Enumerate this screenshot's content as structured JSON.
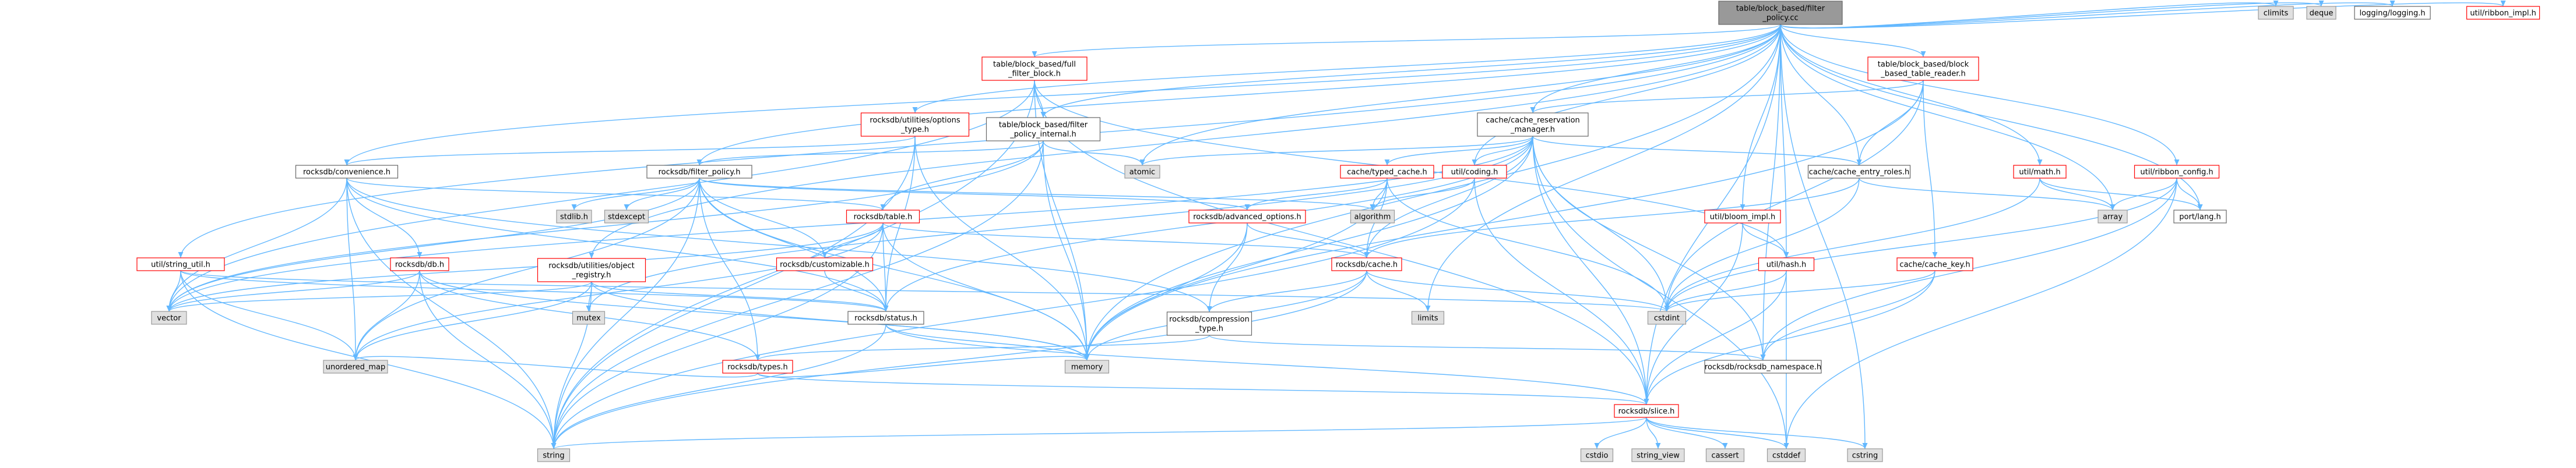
{
  "colors": {
    "root_fill": "#999999",
    "red_border": "#ff0000",
    "black_border": "#666666",
    "gray_fill": "#e0e0e0",
    "gray_border": "#999999",
    "edge": "#63b8ff",
    "text": "#000000"
  },
  "nodes": [
    {
      "id": "root",
      "lines": [
        "table/block_based/filter",
        "_policy.cc"
      ],
      "kind": "root"
    },
    {
      "id": "full_filter",
      "lines": [
        "table/block_based/full",
        "_filter_block.h"
      ],
      "kind": "red"
    },
    {
      "id": "fp_internal",
      "lines": [
        "table/block_based/filter",
        "_policy_internal.h"
      ],
      "kind": "black"
    },
    {
      "id": "options_type",
      "lines": [
        "rocksdb/utilities/options",
        "_type.h"
      ],
      "kind": "red"
    },
    {
      "id": "bbt_reader",
      "lines": [
        "table/block_based/block",
        "_based_table_reader.h"
      ],
      "kind": "red"
    },
    {
      "id": "cache_res",
      "lines": [
        "cache/cache_reservation",
        "_manager.h"
      ],
      "kind": "black"
    },
    {
      "id": "convenience",
      "lines": [
        "rocksdb/convenience.h"
      ],
      "kind": "black"
    },
    {
      "id": "filter_policy",
      "lines": [
        "rocksdb/filter_policy.h"
      ],
      "kind": "black"
    },
    {
      "id": "typed_cache",
      "lines": [
        "cache/typed_cache.h"
      ],
      "kind": "red"
    },
    {
      "id": "coding",
      "lines": [
        "util/coding.h"
      ],
      "kind": "red"
    },
    {
      "id": "entry_roles",
      "lines": [
        "cache/cache_entry_roles.h"
      ],
      "kind": "black"
    },
    {
      "id": "math",
      "lines": [
        "util/math.h"
      ],
      "kind": "red"
    },
    {
      "id": "ribbon_config",
      "lines": [
        "util/ribbon_config.h"
      ],
      "kind": "red"
    },
    {
      "id": "table_h",
      "lines": [
        "rocksdb/table.h"
      ],
      "kind": "red"
    },
    {
      "id": "adv_options",
      "lines": [
        "rocksdb/advanced_options.h"
      ],
      "kind": "red"
    },
    {
      "id": "bloom_impl",
      "lines": [
        "util/bloom_impl.h"
      ],
      "kind": "red"
    },
    {
      "id": "string_util",
      "lines": [
        "util/string_util.h"
      ],
      "kind": "red"
    },
    {
      "id": "db_h",
      "lines": [
        "rocksdb/db.h"
      ],
      "kind": "red"
    },
    {
      "id": "obj_registry",
      "lines": [
        "rocksdb/utilities/object",
        "_registry.h"
      ],
      "kind": "red"
    },
    {
      "id": "customizable",
      "lines": [
        "rocksdb/customizable.h"
      ],
      "kind": "red"
    },
    {
      "id": "cache_h",
      "lines": [
        "rocksdb/cache.h"
      ],
      "kind": "red"
    },
    {
      "id": "hash_h",
      "lines": [
        "util/hash.h"
      ],
      "kind": "red"
    },
    {
      "id": "cache_key",
      "lines": [
        "cache/cache_key.h"
      ],
      "kind": "red"
    },
    {
      "id": "status_h",
      "lines": [
        "rocksdb/status.h"
      ],
      "kind": "black"
    },
    {
      "id": "compression",
      "lines": [
        "rocksdb/compression",
        "_type.h"
      ],
      "kind": "black"
    },
    {
      "id": "types_h",
      "lines": [
        "rocksdb/types.h"
      ],
      "kind": "red"
    },
    {
      "id": "namespace",
      "lines": [
        "rocksdb/rocksdb_namespace.h"
      ],
      "kind": "black"
    },
    {
      "id": "slice",
      "lines": [
        "rocksdb/slice.h"
      ],
      "kind": "red"
    },
    {
      "id": "climits",
      "lines": [
        "climits"
      ],
      "kind": "gray"
    },
    {
      "id": "deque",
      "lines": [
        "deque"
      ],
      "kind": "gray"
    },
    {
      "id": "logging",
      "lines": [
        "logging/logging.h"
      ],
      "kind": "black"
    },
    {
      "id": "ribbon_impl",
      "lines": [
        "util/ribbon_impl.h"
      ],
      "kind": "red"
    },
    {
      "id": "atomic",
      "lines": [
        "atomic"
      ],
      "kind": "gray"
    },
    {
      "id": "algorithm",
      "lines": [
        "algorithm"
      ],
      "kind": "gray"
    },
    {
      "id": "array",
      "lines": [
        "array"
      ],
      "kind": "gray"
    },
    {
      "id": "port_lang",
      "lines": [
        "port/lang.h"
      ],
      "kind": "black"
    },
    {
      "id": "stdlib",
      "lines": [
        "stdlib.h"
      ],
      "kind": "gray"
    },
    {
      "id": "stdexcept",
      "lines": [
        "stdexcept"
      ],
      "kind": "gray"
    },
    {
      "id": "vector",
      "lines": [
        "vector"
      ],
      "kind": "gray"
    },
    {
      "id": "mutex",
      "lines": [
        "mutex"
      ],
      "kind": "gray"
    },
    {
      "id": "limits",
      "lines": [
        "limits"
      ],
      "kind": "gray"
    },
    {
      "id": "cstdint",
      "lines": [
        "cstdint"
      ],
      "kind": "gray"
    },
    {
      "id": "unordered_map",
      "lines": [
        "unordered_map"
      ],
      "kind": "gray"
    },
    {
      "id": "memory",
      "lines": [
        "memory"
      ],
      "kind": "gray"
    },
    {
      "id": "string",
      "lines": [
        "string"
      ],
      "kind": "gray"
    },
    {
      "id": "cstdio",
      "lines": [
        "cstdio"
      ],
      "kind": "gray"
    },
    {
      "id": "string_view",
      "lines": [
        "string_view"
      ],
      "kind": "gray"
    },
    {
      "id": "cassert",
      "lines": [
        "cassert"
      ],
      "kind": "gray"
    },
    {
      "id": "cstddef",
      "lines": [
        "cstddef"
      ],
      "kind": "gray"
    },
    {
      "id": "cstring",
      "lines": [
        "cstring"
      ],
      "kind": "gray"
    }
  ],
  "edges": [
    [
      "root",
      "full_filter"
    ],
    [
      "root",
      "fp_internal"
    ],
    [
      "root",
      "options_type"
    ],
    [
      "root",
      "bbt_reader"
    ],
    [
      "root",
      "cache_res"
    ],
    [
      "root",
      "convenience"
    ],
    [
      "root",
      "filter_policy"
    ],
    [
      "root",
      "coding"
    ],
    [
      "root",
      "entry_roles"
    ],
    [
      "root",
      "math"
    ],
    [
      "root",
      "ribbon_config"
    ],
    [
      "root",
      "bloom_impl"
    ],
    [
      "root",
      "string_util"
    ],
    [
      "root",
      "obj_registry"
    ],
    [
      "root",
      "hash_h"
    ],
    [
      "root",
      "slice"
    ],
    [
      "root",
      "climits"
    ],
    [
      "root",
      "deque"
    ],
    [
      "root",
      "logging"
    ],
    [
      "root",
      "ribbon_impl"
    ],
    [
      "root",
      "atomic"
    ],
    [
      "root",
      "array"
    ],
    [
      "root",
      "port_lang"
    ],
    [
      "root",
      "limits"
    ],
    [
      "root",
      "memory"
    ],
    [
      "root",
      "cstring"
    ],
    [
      "root",
      "namespace"
    ],
    [
      "full_filter",
      "fp_internal"
    ],
    [
      "full_filter",
      "slice"
    ],
    [
      "full_filter",
      "hash_h"
    ],
    [
      "full_filter",
      "vector"
    ],
    [
      "full_filter",
      "string"
    ],
    [
      "full_filter",
      "memory"
    ],
    [
      "fp_internal",
      "filter_policy"
    ],
    [
      "fp_internal",
      "table_h"
    ],
    [
      "fp_internal",
      "atomic"
    ],
    [
      "fp_internal",
      "memory"
    ],
    [
      "fp_internal",
      "string"
    ],
    [
      "fp_internal",
      "vector"
    ],
    [
      "options_type",
      "convenience"
    ],
    [
      "options_type",
      "status_h"
    ],
    [
      "options_type",
      "memory"
    ],
    [
      "options_type",
      "string"
    ],
    [
      "bbt_reader",
      "cache_res"
    ],
    [
      "bbt_reader",
      "cache_key"
    ],
    [
      "bbt_reader",
      "entry_roles"
    ],
    [
      "bbt_reader",
      "cstdint"
    ],
    [
      "bbt_reader",
      "memory"
    ],
    [
      "cache_res",
      "typed_cache"
    ],
    [
      "cache_res",
      "entry_roles"
    ],
    [
      "cache_res",
      "coding"
    ],
    [
      "cache_res",
      "cache_h"
    ],
    [
      "cache_res",
      "slice"
    ],
    [
      "cache_res",
      "status_h"
    ],
    [
      "cache_res",
      "atomic"
    ],
    [
      "cache_res",
      "cstddef"
    ],
    [
      "cache_res",
      "cstdint"
    ],
    [
      "cache_res",
      "memory"
    ],
    [
      "cache_res",
      "mutex"
    ],
    [
      "cache_res",
      "vector"
    ],
    [
      "cache_res",
      "namespace"
    ],
    [
      "convenience",
      "db_h"
    ],
    [
      "convenience",
      "table_h"
    ],
    [
      "convenience",
      "status_h"
    ],
    [
      "convenience",
      "compression"
    ],
    [
      "convenience",
      "string"
    ],
    [
      "convenience",
      "unordered_map"
    ],
    [
      "convenience",
      "vector"
    ],
    [
      "filter_policy",
      "adv_options"
    ],
    [
      "filter_policy",
      "customizable"
    ],
    [
      "filter_policy",
      "status_h"
    ],
    [
      "filter_policy",
      "types_h"
    ],
    [
      "filter_policy",
      "stdlib"
    ],
    [
      "filter_policy",
      "stdexcept"
    ],
    [
      "filter_policy",
      "algorithm"
    ],
    [
      "filter_policy",
      "memory"
    ],
    [
      "filter_policy",
      "string"
    ],
    [
      "filter_policy",
      "vector"
    ],
    [
      "filter_policy",
      "unordered_map"
    ],
    [
      "typed_cache",
      "adv_options"
    ],
    [
      "typed_cache",
      "cache_h"
    ],
    [
      "typed_cache",
      "algorithm"
    ],
    [
      "typed_cache",
      "memory"
    ],
    [
      "typed_cache",
      "cstdint"
    ],
    [
      "coding",
      "algorithm"
    ],
    [
      "coding",
      "slice"
    ],
    [
      "coding",
      "string"
    ],
    [
      "entry_roles",
      "array"
    ],
    [
      "entry_roles",
      "cstdint"
    ],
    [
      "entry_roles",
      "cache_h"
    ],
    [
      "math",
      "array"
    ],
    [
      "math",
      "port_lang"
    ],
    [
      "math",
      "cstdint"
    ],
    [
      "ribbon_config",
      "array"
    ],
    [
      "ribbon_config",
      "port_lang"
    ],
    [
      "ribbon_config",
      "cstddef"
    ],
    [
      "ribbon_config",
      "cstdint"
    ],
    [
      "ribbon_config",
      "namespace"
    ],
    [
      "table_h",
      "customizable"
    ],
    [
      "table_h",
      "cache_h"
    ],
    [
      "table_h",
      "status_h"
    ],
    [
      "table_h",
      "vector"
    ],
    [
      "table_h",
      "unordered_map"
    ],
    [
      "table_h",
      "string"
    ],
    [
      "table_h",
      "memory"
    ],
    [
      "adv_options",
      "cache_h"
    ],
    [
      "adv_options",
      "compression"
    ],
    [
      "adv_options",
      "memory"
    ],
    [
      "bloom_impl",
      "hash_h"
    ],
    [
      "bloom_impl",
      "slice"
    ],
    [
      "string_util",
      "vector"
    ],
    [
      "string_util",
      "string"
    ],
    [
      "string_util",
      "unordered_map"
    ],
    [
      "string_util",
      "status_h"
    ],
    [
      "string_util",
      "cstdint"
    ],
    [
      "db_h",
      "types_h"
    ],
    [
      "db_h",
      "vector"
    ],
    [
      "db_h",
      "string"
    ],
    [
      "db_h",
      "unordered_map"
    ],
    [
      "db_h",
      "memory"
    ],
    [
      "obj_registry",
      "status_h"
    ],
    [
      "obj_registry",
      "vector"
    ],
    [
      "obj_registry",
      "string"
    ],
    [
      "obj_registry",
      "unordered_map"
    ],
    [
      "obj_registry",
      "mutex"
    ],
    [
      "obj_registry",
      "memory"
    ],
    [
      "customizable",
      "status_h"
    ],
    [
      "cache_h",
      "compression"
    ],
    [
      "cache_h",
      "memory"
    ],
    [
      "cache_h",
      "string"
    ],
    [
      "cache_h",
      "cstdint"
    ],
    [
      "cache_h",
      "limits"
    ],
    [
      "hash_h",
      "slice"
    ],
    [
      "hash_h",
      "cstddef"
    ],
    [
      "hash_h",
      "cstdint"
    ],
    [
      "cache_key",
      "slice"
    ],
    [
      "cache_key",
      "cstdint"
    ],
    [
      "cache_key",
      "namespace"
    ],
    [
      "status_h",
      "slice"
    ],
    [
      "status_h",
      "memory"
    ],
    [
      "status_h",
      "string"
    ],
    [
      "compression",
      "types_h"
    ],
    [
      "compression",
      "namespace"
    ],
    [
      "types_h",
      "slice"
    ],
    [
      "types_h",
      "memory"
    ],
    [
      "types_h",
      "unordered_map"
    ],
    [
      "slice",
      "string"
    ],
    [
      "slice",
      "cstdio"
    ],
    [
      "slice",
      "string_view"
    ],
    [
      "slice",
      "cassert"
    ],
    [
      "slice",
      "cstddef"
    ],
    [
      "slice",
      "cstring"
    ]
  ]
}
